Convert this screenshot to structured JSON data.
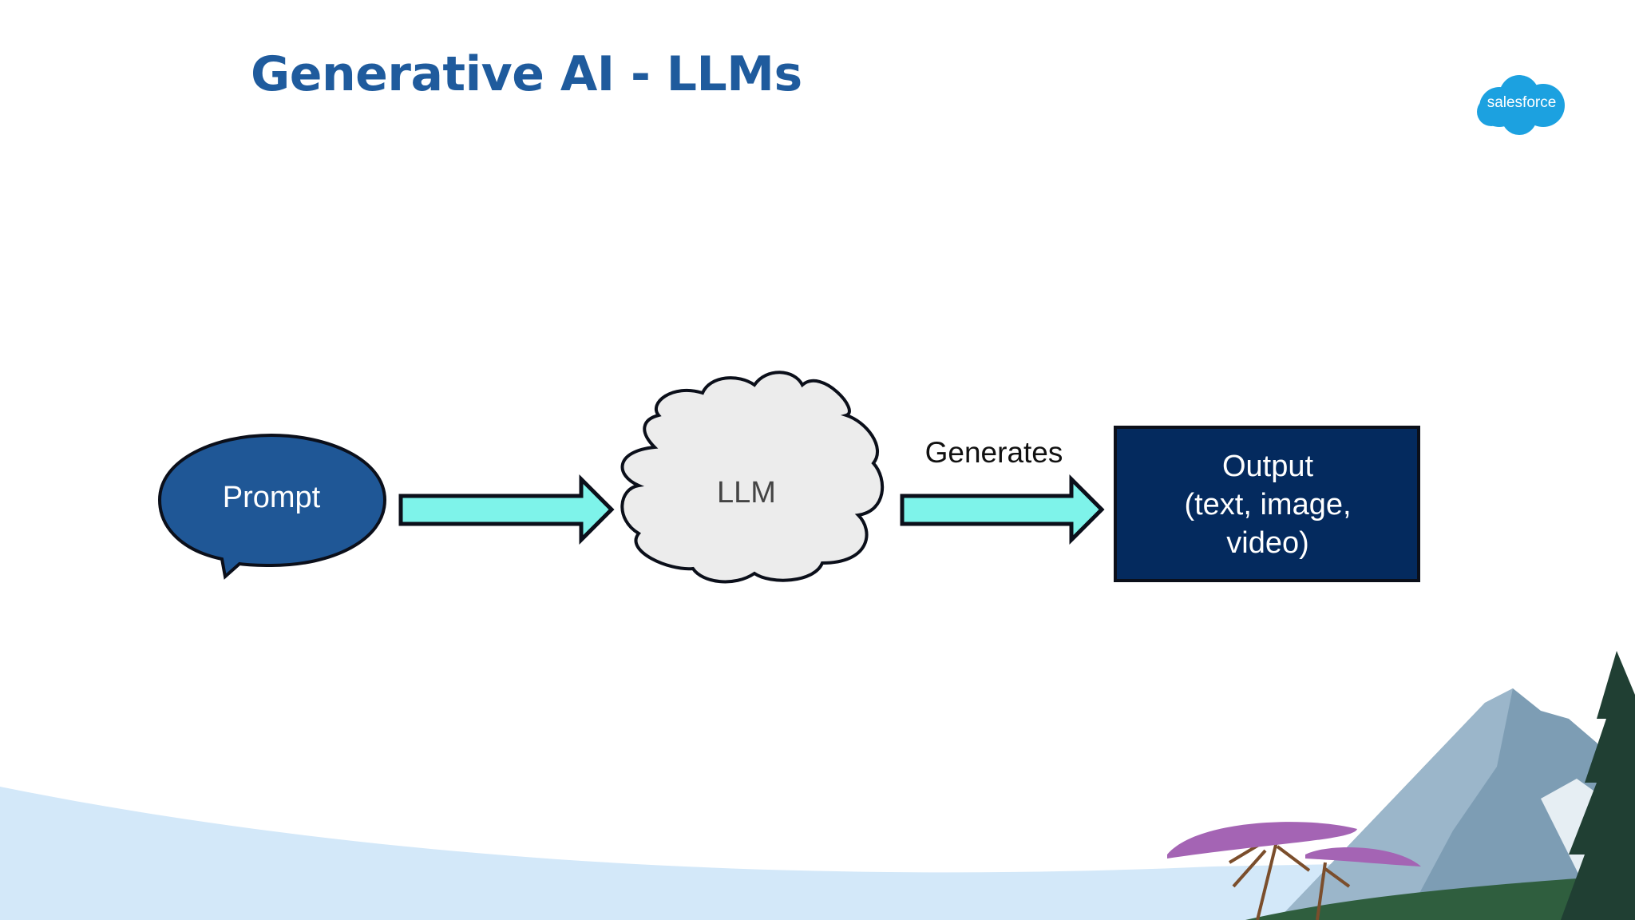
{
  "slide": {
    "title": "Generative AI - LLMs",
    "logo_text": "salesforce"
  },
  "diagram": {
    "nodes": {
      "prompt": {
        "label": "Prompt",
        "shape": "speech-bubble",
        "fill": "#1f5796"
      },
      "llm": {
        "label": "LLM",
        "shape": "cloud",
        "fill": "#ececec"
      },
      "output": {
        "lines": [
          "Output",
          "(text, image,",
          "video)"
        ],
        "shape": "rectangle",
        "fill": "#042a5e"
      }
    },
    "edges": [
      {
        "from": "prompt",
        "to": "llm",
        "label": ""
      },
      {
        "from": "llm",
        "to": "output",
        "label": "Generates"
      }
    ],
    "arrow_fill": "#7ef3ea"
  },
  "colors": {
    "title": "#1f5b9d",
    "logo": "#1ca1e0",
    "ground": "#d3e8f9"
  }
}
